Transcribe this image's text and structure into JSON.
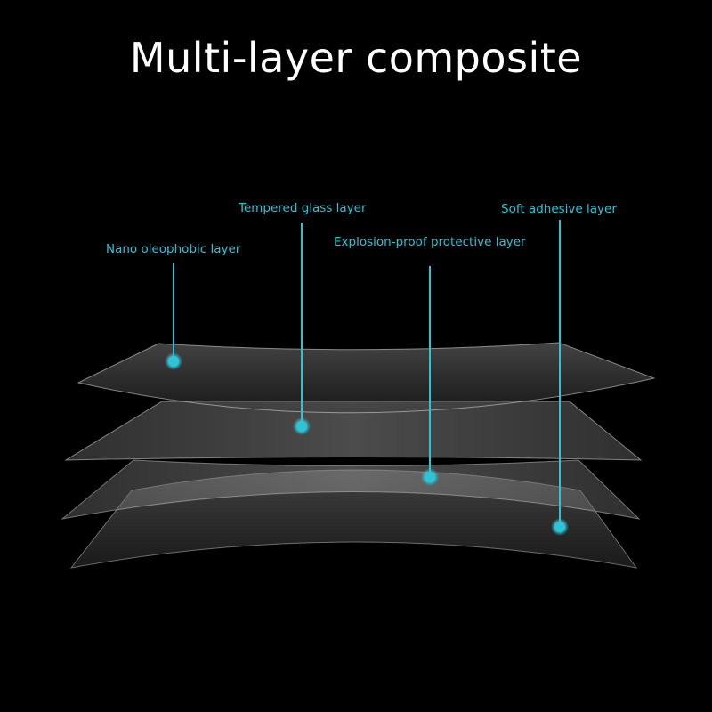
{
  "title": "Multi-layer composite",
  "labels": {
    "nano": "Nano oleophobic layer",
    "tempered": "Tempered glass layer",
    "explosion": "Explosion-proof protective layer",
    "soft": "Soft adhesive layer"
  },
  "colors": {
    "background": "#000000",
    "accent": "#2ec4d6",
    "title": "#ffffff"
  }
}
